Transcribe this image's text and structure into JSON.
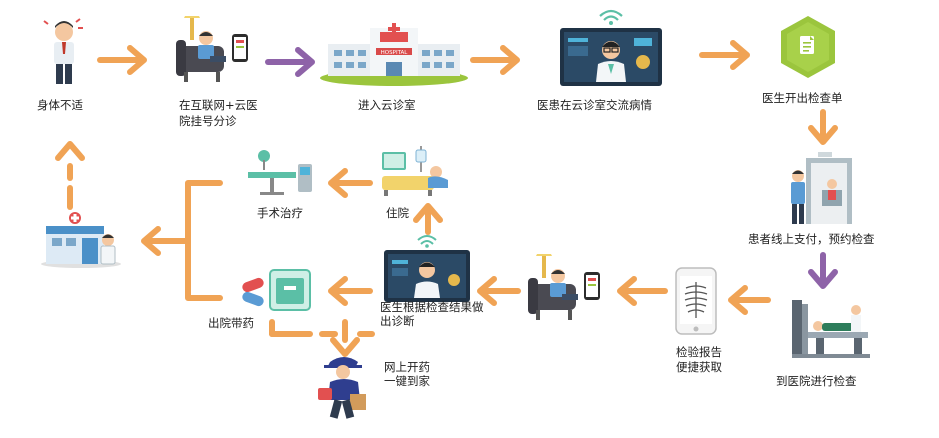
{
  "steps": {
    "s1": "身体不适",
    "s2a": "在互联网+云医",
    "s2b": "院挂号分诊",
    "s3": "进入云诊室",
    "s4": "医患在云诊室交流病情",
    "s5": "医生开出检查单",
    "s6": "患者线上支付，预约检查",
    "s7": "到医院进行检查",
    "s8a": "检验报告",
    "s8b": "便捷获取",
    "s9a": "医生根据检查结果做",
    "s9b": "出诊断",
    "s10": "住院",
    "s11": "手术治疗",
    "s12": "出院带药",
    "s13a": "网上开药",
    "s13b": "一键到家"
  },
  "illustrations": {
    "hospital_sign": "HOSPITAL"
  },
  "colors": {
    "arrow_orange": "#F0A355",
    "arrow_purple": "#8E63A8",
    "hex_green": "#9BC53D",
    "monitor_dark": "#1F3245",
    "hospital_blue": "#4A90C8"
  }
}
